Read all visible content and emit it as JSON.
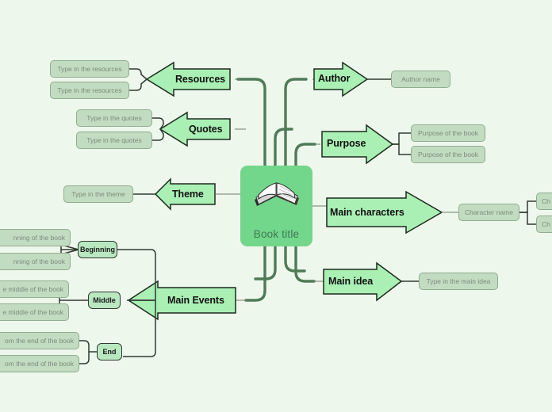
{
  "canvas": {
    "background_color": "#eef7ec",
    "accent_color": "#72d68b",
    "arrow_fill": "#aaf0b4",
    "placeholder_fill": "#c2dcc1"
  },
  "center": {
    "label": "Book title",
    "icon": "open-book-icon"
  },
  "branches": {
    "resources": {
      "label": "Resources",
      "children": [
        "Type in the resources",
        "Type in the resources"
      ]
    },
    "quotes": {
      "label": "Quotes",
      "children": [
        "Type in the quotes",
        "Type in the quotes"
      ]
    },
    "theme": {
      "label": "Theme",
      "children": [
        "Type in the theme"
      ]
    },
    "main_events": {
      "label": "Main Events",
      "groups": [
        {
          "label": "Beginning",
          "children": [
            "nning of the book",
            "nning of the book"
          ]
        },
        {
          "label": "Middle",
          "children": [
            "e middle of the book",
            "e middle of the book"
          ]
        },
        {
          "label": "End",
          "children": [
            "om the end of the book",
            "om the end of the book"
          ]
        }
      ]
    },
    "author": {
      "label": "Author",
      "children": [
        "Author name"
      ]
    },
    "purpose": {
      "label": "Purpose",
      "children": [
        "Purpose of the book",
        "Purpose of the book"
      ]
    },
    "main_characters": {
      "label": "Main characters",
      "children": [
        "Character name"
      ],
      "grandchildren": [
        "Ch",
        "Ch"
      ]
    },
    "main_idea": {
      "label": "Main idea",
      "children": [
        "Type in the main idea"
      ]
    }
  }
}
